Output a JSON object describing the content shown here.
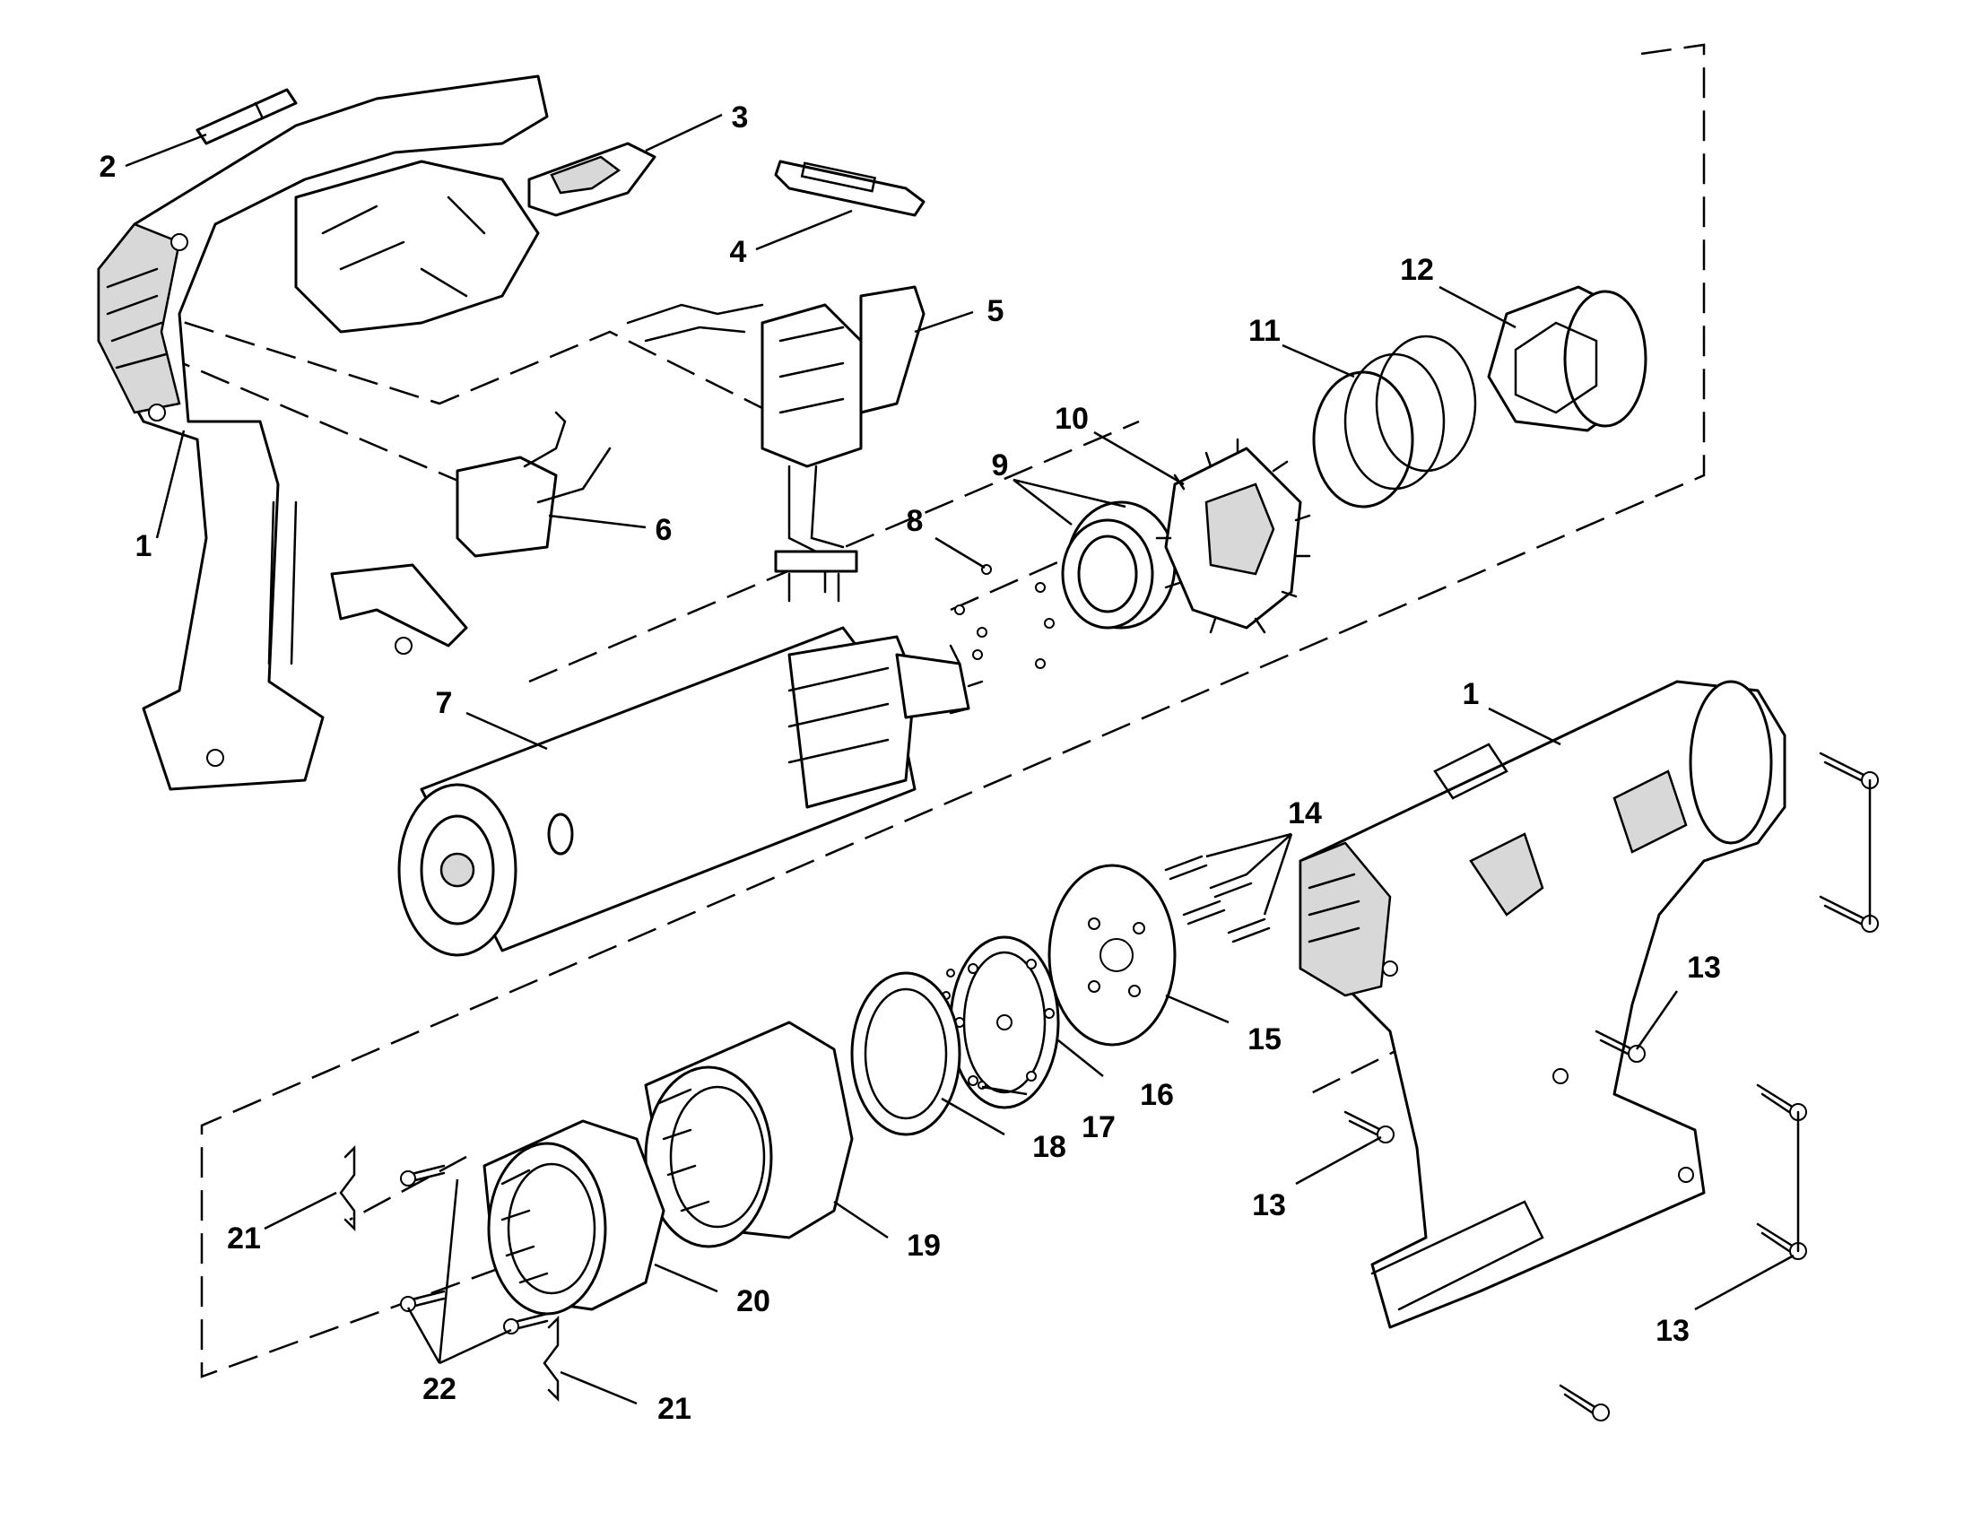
{
  "callouts": {
    "c1a": "1",
    "c1b": "1",
    "c2": "2",
    "c3": "3",
    "c4": "4",
    "c5": "5",
    "c6": "6",
    "c7": "7",
    "c8": "8",
    "c9": "9",
    "c10": "10",
    "c11": "11",
    "c12": "12",
    "c13a": "13",
    "c13b": "13",
    "c13c": "13",
    "c14": "14",
    "c15": "15",
    "c16": "16",
    "c17": "17",
    "c18": "18",
    "c19": "19",
    "c20": "20",
    "c21a": "21",
    "c21b": "21",
    "c22": "22"
  },
  "colors": {
    "ink": "#000000",
    "paper": "#ffffff",
    "shade": "#d8d8d8"
  }
}
